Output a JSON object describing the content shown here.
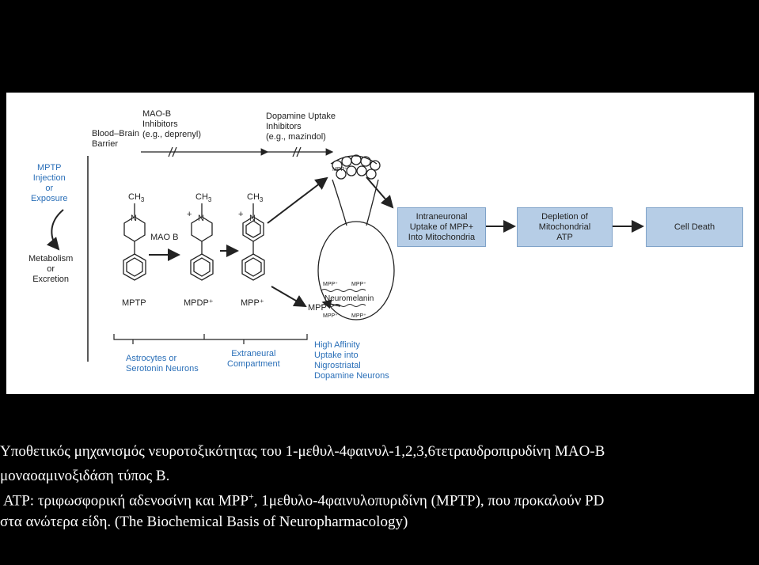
{
  "figure": {
    "labels": {
      "bbb": "Blood–Brain\nBarrier",
      "maob_inhib": "MAO-B\nInhibitors\n(e.g., deprenyl)",
      "da_inhib": "Dopamine Uptake\nInhibitors\n(e.g., mazindol)",
      "injection": "MPTP\nInjection\nor\nExposure",
      "metabolism": "Metabolism\nor\nExcretion",
      "mptp": "MPTP",
      "mpdp": "MPDP⁺",
      "mpp_mid": "MPP⁺",
      "mpp_neuron": "MPP⁺",
      "mao_b": "MAO B",
      "mpp_vesicle": "MPP⁺",
      "neuromelanin": "Neuromelanin",
      "mpp_small": "MPP⁺",
      "astrocytes": "Astrocytes or\nSerotonin Neurons",
      "extraneural": "Extraneural\nCompartment",
      "high_affinity": "High Affinity\nUptake into\nNigrostriatal\nDopamine Neurons",
      "ch3": "CH",
      "sub3": "3",
      "n": "N",
      "plus": "+"
    },
    "boxes": {
      "intraneuronal": "Intraneuronal\nUptake of MPP+\nInto Mitochondria",
      "depletion": "Depletion of\nMitochondrial\nATP",
      "cell_death": "Cell Death"
    }
  },
  "caption": {
    "line1": "Υποθετικός μηχανισμός νευροτοξικότητας του 1-μεθυλ-4φαινυλ-1,2,3,6τετραυδροπιρυδίνη MAO-B",
    "line2": "μοναοαμινοξιδάση τύπος B.",
    "line3_a": "ATP: τριφωσφορική αδενοσίνη και MPP",
    "line3_sup": "+",
    "line3_b": ", 1μεθυλο-4φαινυλοπυριδίνη (MPTP), που προκαλούν PD",
    "line4": "στα ανώτερα είδη. (The Biochemical Basis of Neuropharmacology)"
  }
}
